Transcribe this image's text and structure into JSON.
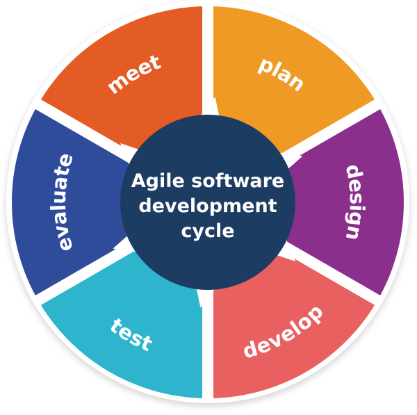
{
  "diagram": {
    "center": {
      "lines": [
        "Agile software",
        "development",
        "cycle"
      ],
      "color": "#1d3c62"
    },
    "phases": [
      {
        "label": "meet",
        "color": "#e35b25"
      },
      {
        "label": "plan",
        "color": "#ef9a24"
      },
      {
        "label": "design",
        "color": "#8a2f8b"
      },
      {
        "label": "develop",
        "color": "#e96060"
      },
      {
        "label": "test",
        "color": "#2fb4cd"
      },
      {
        "label": "evaluate",
        "color": "#2f4c9b"
      }
    ],
    "arrow_color": "#ffffff"
  }
}
